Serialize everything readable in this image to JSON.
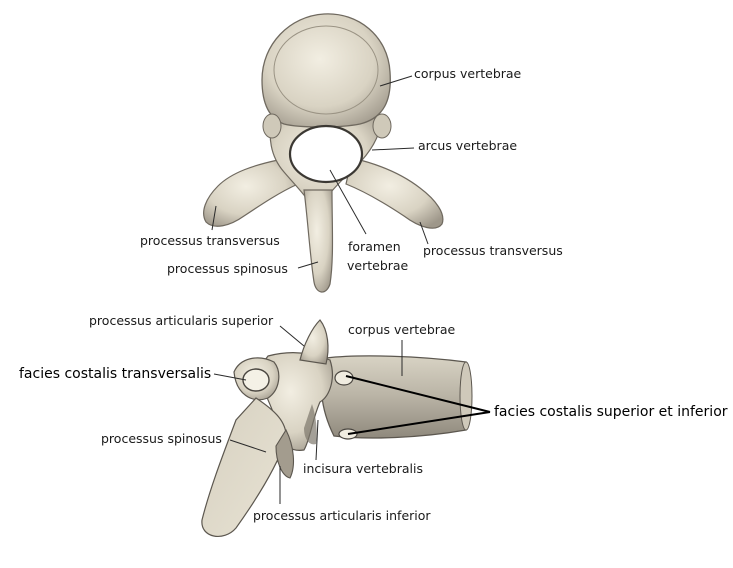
{
  "top_view": {
    "labels": {
      "corpus": "corpus vertebrae",
      "arcus": "arcus vertebrae",
      "transversus_left": "processus transversus",
      "transversus_right": "processus transversus",
      "spinosus": "processus spinosus",
      "foramen_line1": "foramen",
      "foramen_line2": "vertebrae"
    }
  },
  "side_view": {
    "labels": {
      "articularis_superior": "processus articularis superior",
      "corpus": "corpus vertebrae",
      "facies_transversalis": "facies costalis transversalis",
      "facies_sup_inf": "facies costalis superior et inferior",
      "spinosus": "processus spinosus",
      "incisura": "incisura vertebralis",
      "articularis_inferior": "processus articularis inferior"
    }
  },
  "colors": {
    "bone": "#e6e0cf",
    "bone_shade": "#9d968a",
    "bone_dark": "#4a4640",
    "leader": "#2a2a2a"
  }
}
